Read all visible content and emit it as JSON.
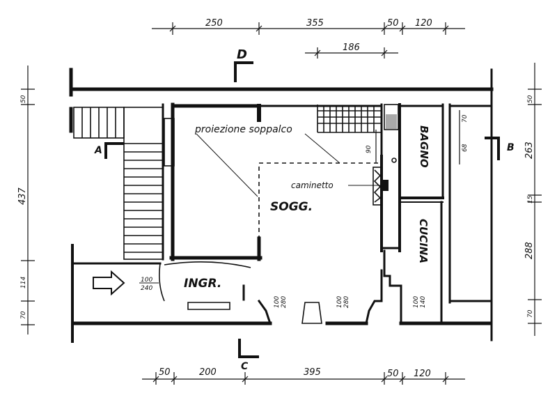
{
  "dimensions_top": [
    "250",
    "355",
    "50",
    "120"
  ],
  "dimension_top_inner": "186",
  "dimensions_bottom": [
    "50",
    "200",
    "395",
    "50",
    "120"
  ],
  "dimensions_left": [
    "50",
    "437",
    "114",
    "70"
  ],
  "dimensions_right": [
    "50",
    "263",
    "15",
    "288",
    "70"
  ],
  "dimensions_internal": [
    "90",
    "70",
    "68"
  ],
  "opening_labels": [
    {
      "top": "100",
      "bottom": "240"
    },
    {
      "top": "100",
      "bottom": "280"
    },
    {
      "top": "100",
      "bottom": "280"
    },
    {
      "top": "100",
      "bottom": "140"
    }
  ],
  "section_marks": {
    "A": "A",
    "B": "B",
    "C": "C",
    "D": "D"
  },
  "rooms": {
    "soggiorno": "SOGG.",
    "ingresso": "INGR.",
    "bagno": "BAGNO",
    "cucina": "CUCINA"
  },
  "notes": {
    "proiezione": "proiezione soppalco",
    "caminetto": "caminetto"
  },
  "entry_arrow_icon": "arrow-right-icon"
}
